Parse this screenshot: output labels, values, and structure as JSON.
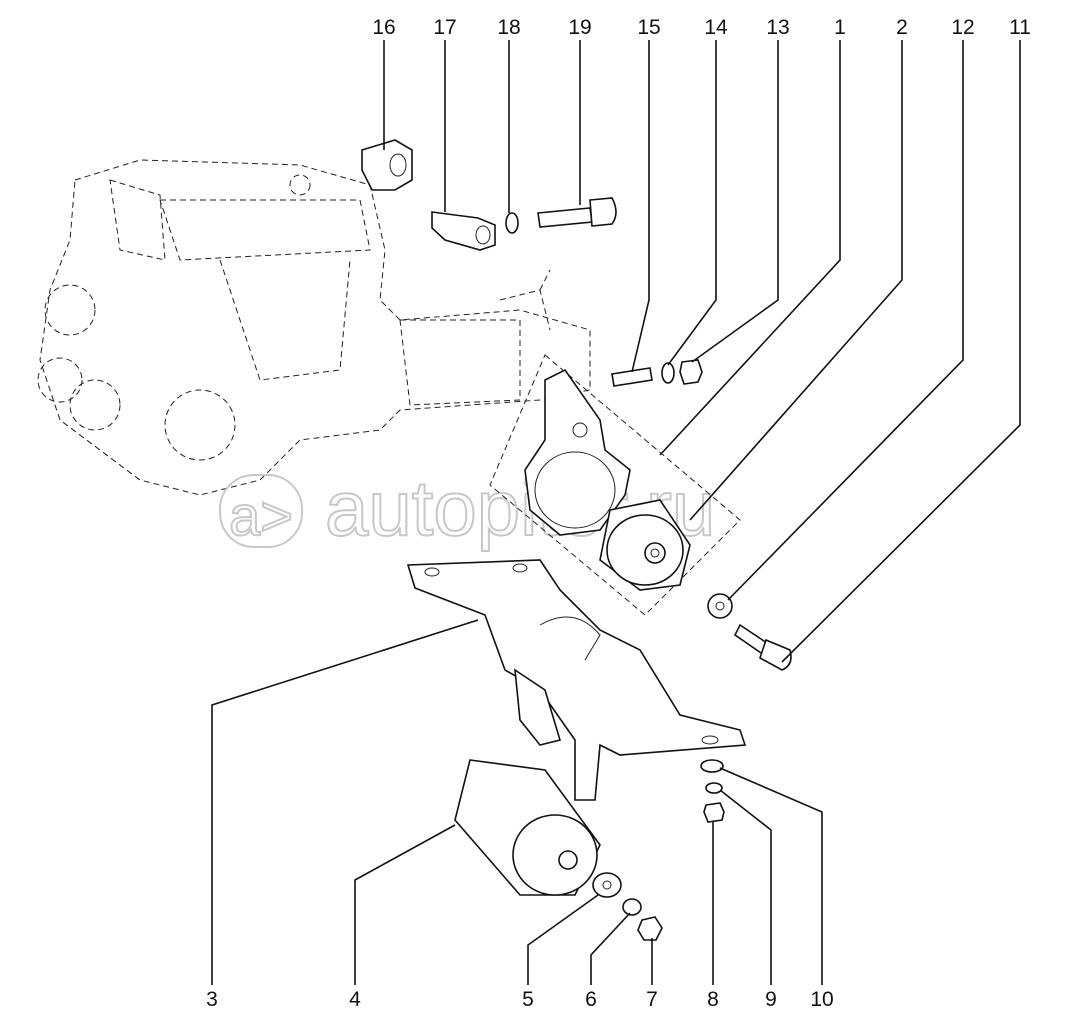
{
  "diagram": {
    "watermark": "autopiter.ru",
    "watermark_logo": "a>",
    "top_callouts": [
      "16",
      "17",
      "18",
      "19",
      "15",
      "14",
      "13",
      "1",
      "2",
      "12",
      "11"
    ],
    "bottom_callouts": [
      "3",
      "4",
      "5",
      "6",
      "7",
      "8",
      "9",
      "10"
    ]
  }
}
